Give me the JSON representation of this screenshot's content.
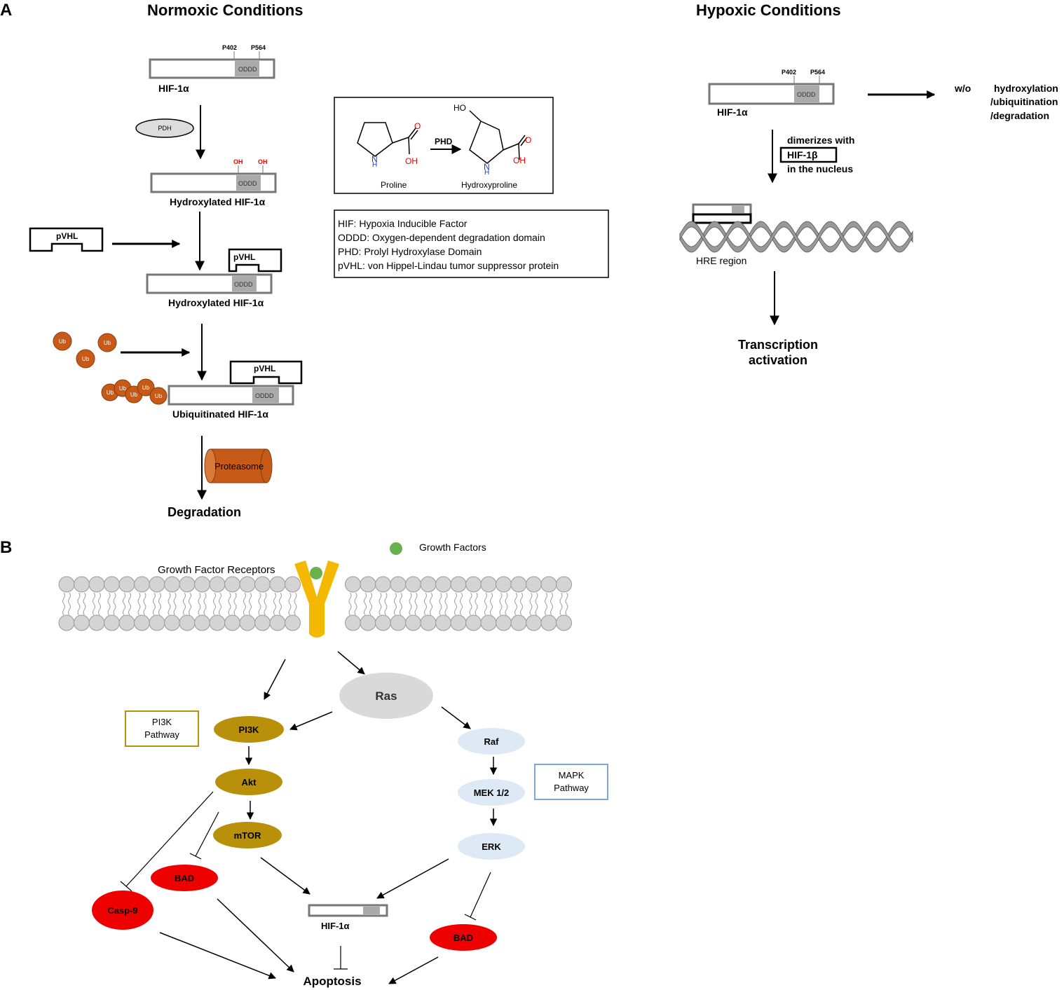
{
  "panel_labels": {
    "a": "A",
    "b": "B"
  },
  "normoxic": {
    "title": "Normoxic Conditions",
    "p402": "P402",
    "p564": "P564",
    "oddd": "ODDD",
    "hif1a": "HIF-1α",
    "pdh": "PDH",
    "oh": "OH",
    "hydroxylated": "Hydroxylated HIF-1α",
    "pvhl": "pVHL",
    "ub": "Ub",
    "ubiquitinated": "Ubiquitinated HIF-1α",
    "proteasome": "Proteasome",
    "degradation": "Degradation"
  },
  "reaction": {
    "proline": "Proline",
    "phd": "PHD",
    "hydroxyproline": "Hydroxyproline",
    "ho": "HO",
    "oh": "OH",
    "o": "O",
    "n": "N",
    "h": "H"
  },
  "legend": {
    "lines": [
      "HIF: Hypoxia Inducible Factor",
      "ODDD: Oxygen-dependent degradation domain",
      "PHD: Prolyl Hydroxylase Domain",
      "pVHL: von Hippel-Lindau tumor suppressor protein"
    ]
  },
  "hypoxic": {
    "title": "Hypoxic Conditions",
    "p402": "P402",
    "p564": "P564",
    "oddd": "ODDD",
    "hif1a": "HIF-1α",
    "wo": "w/o",
    "wo_lines": [
      "hydroxylation",
      "/ubiquitination",
      "/degradation"
    ],
    "dimerizes": "dimerizes with",
    "hif1b": "HIF-1β",
    "nucleus": "in the nucleus",
    "hre": "HRE region",
    "transcription": "Transcription",
    "activation": "activation"
  },
  "pathway": {
    "growth_factors": "Growth Factors",
    "receptors": "Growth Factor Receptors",
    "ras": "Ras",
    "pi3k_box": [
      "PI3K",
      "Pathway"
    ],
    "mapk_box": [
      "MAPK",
      "Pathway"
    ],
    "pi3k": "PI3K",
    "akt": "Akt",
    "mtor": "mTOR",
    "raf": "Raf",
    "mek": "MEK 1/2",
    "erk": "ERK",
    "bad": "BAD",
    "casp9": "Casp-9",
    "hif1a": "HIF-1α",
    "apoptosis": "Apoptosis"
  },
  "colors": {
    "gold": "#b8900a",
    "light_blue": "#dde9f4",
    "red": "#ee0000",
    "ub_orange": "#c85a18",
    "receptor_yellow": "#f5b800",
    "growth_green": "#6ab04c",
    "mapk_border": "#7fa8d6",
    "pi3k_border": "#b8900a"
  }
}
